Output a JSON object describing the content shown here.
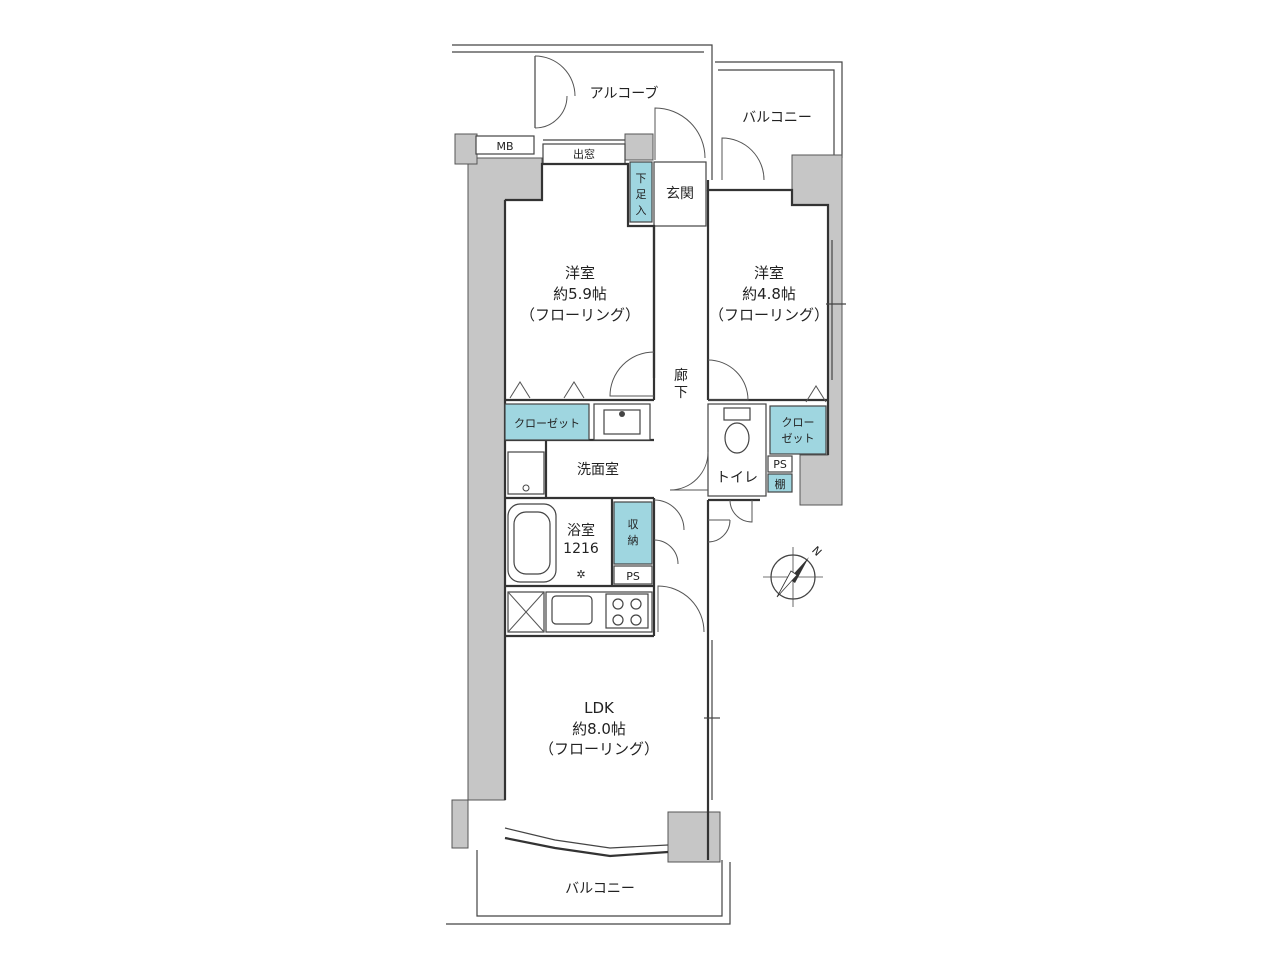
{
  "rooms": {
    "alcove": "アルコーブ",
    "balcony_top": "バルコニー",
    "mb": "MB",
    "bay_window": "出窓",
    "shoe_box": "下足入",
    "entrance": "玄関",
    "western1_name": "洋室",
    "western1_size": "約5.9帖",
    "western1_floor": "（フローリング）",
    "western2_name": "洋室",
    "western2_size": "約4.8帖",
    "western2_floor": "（フローリング）",
    "corridor": "廊下",
    "closet1": "クローゼット",
    "closet2_line1": "クロー",
    "closet2_line2": "ゼット",
    "washroom": "洗面室",
    "toilet": "トイレ",
    "ps_small": "PS",
    "shelf": "棚",
    "bath_name": "浴室",
    "bath_size": "1216",
    "storage_line1": "収",
    "storage_line2": "納",
    "ps": "PS",
    "ldk_name": "LDK",
    "ldk_size": "約8.0帖",
    "ldk_floor": "（フローリング）",
    "balcony_bottom": "バルコニー"
  },
  "compass": {
    "north_label": "N"
  },
  "colors": {
    "storage": "#9fd6e0",
    "wall": "#c6c6c6",
    "outline": "#333333"
  }
}
